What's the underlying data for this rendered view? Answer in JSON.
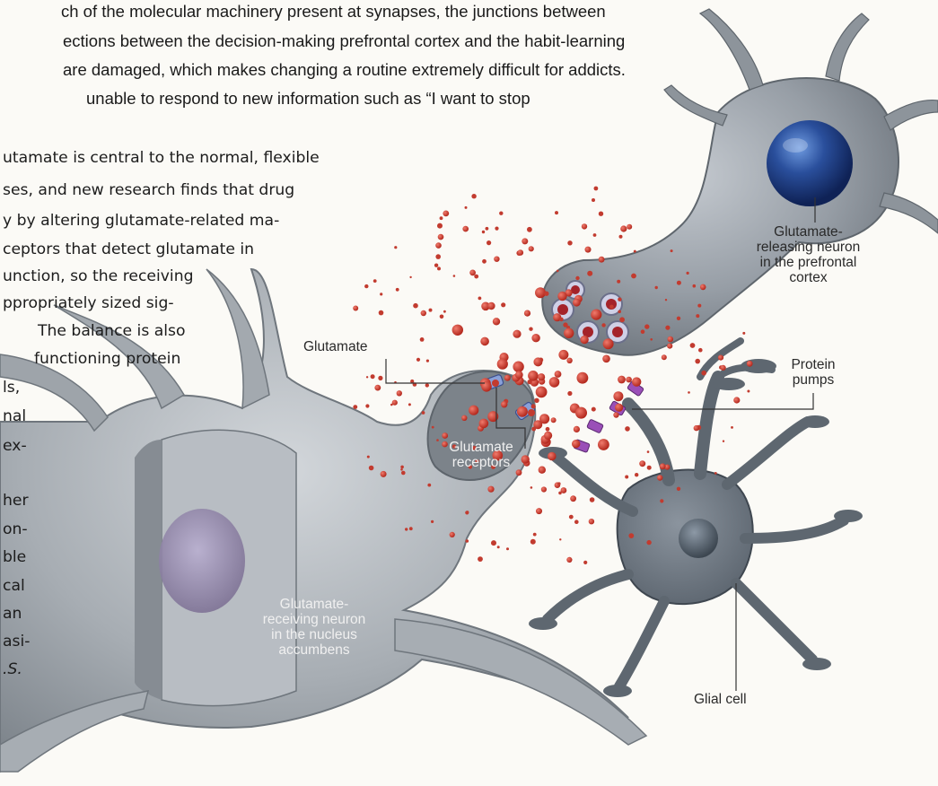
{
  "top_paragraph": [
    "ch of the molecular machinery present at synapses, the junctions between",
    "ections between the decision-making prefrontal cortex and the habit-learning",
    "are damaged, which makes changing a routine extremely difficult for addicts.",
    "unable to respond to new information such as “I want to stop"
  ],
  "side_paragraph": [
    "utamate is central to the normal, flexible",
    "ses, and new research finds that drug",
    "y by altering glutamate-related ma-",
    "ceptors that detect glutamate in",
    "unction, so the receiving",
    "ppropriately sized sig-",
    "The balance is also",
    "functioning protein",
    "ls,",
    "nal",
    "ex-",
    "her",
    "on-",
    "ble",
    "cal",
    "an",
    "asi-",
    ".S."
  ],
  "labels": {
    "glutamate": "Glutamate",
    "releasing_neuron": "Glutamate-\nreleasing neuron\nin the prefrontal\ncortex",
    "protein_pumps": "Protein\npumps",
    "glutamate_receptors": "Glutamate\nreceptors",
    "receiving_neuron": "Glutamate-\nreceiving neuron\nin the nucleus\naccumbens",
    "glial_cell": "Glial cell"
  },
  "colors": {
    "neuron_fill": "#9aa0a6",
    "neuron_dark": "#6d737a",
    "glial_fill": "#6f7882",
    "nucleus_blue": "#1f3f86",
    "glutamate_red": "#c23b2f",
    "receptor_blue": "#8aa0d8",
    "pump_purple": "#9a4fb8",
    "leader_line": "#333333"
  }
}
